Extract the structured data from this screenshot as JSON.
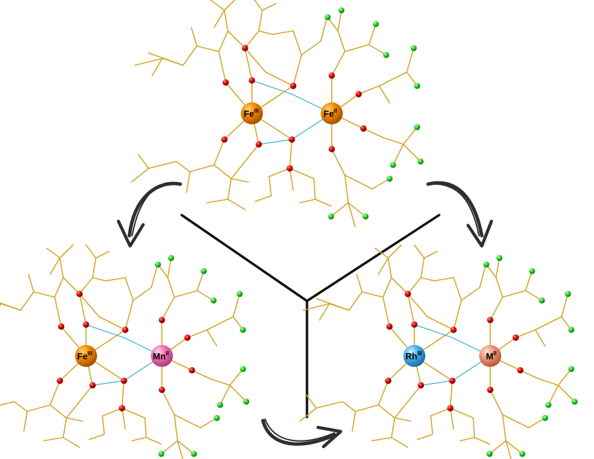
{
  "colors": {
    "bond": "#d4a72c",
    "oxygen": "#d40000",
    "fluorine": "#22cc22",
    "interaction": "#4fb8d8",
    "divider": "#111111",
    "arrow": "#2f2f2f",
    "fe": "#f08a00",
    "mn": "#ee6fb2",
    "rh": "#47b0e8",
    "m": "#f2967a"
  },
  "molecules": {
    "top": {
      "metal_left": {
        "symbol": "Fe",
        "oxidation": "III"
      },
      "metal_right": {
        "symbol": "Fe",
        "oxidation": "II"
      }
    },
    "left": {
      "metal_left": {
        "symbol": "Fe",
        "oxidation": "III"
      },
      "metal_right": {
        "symbol": "Mn",
        "oxidation": "II"
      }
    },
    "right": {
      "metal_left": {
        "symbol": "Rh",
        "oxidation": "III"
      },
      "metal_right": {
        "symbol": "M",
        "oxidation": "II"
      }
    }
  },
  "icons": [
    "curved-arrow-icon",
    "divider-y-icon"
  ]
}
